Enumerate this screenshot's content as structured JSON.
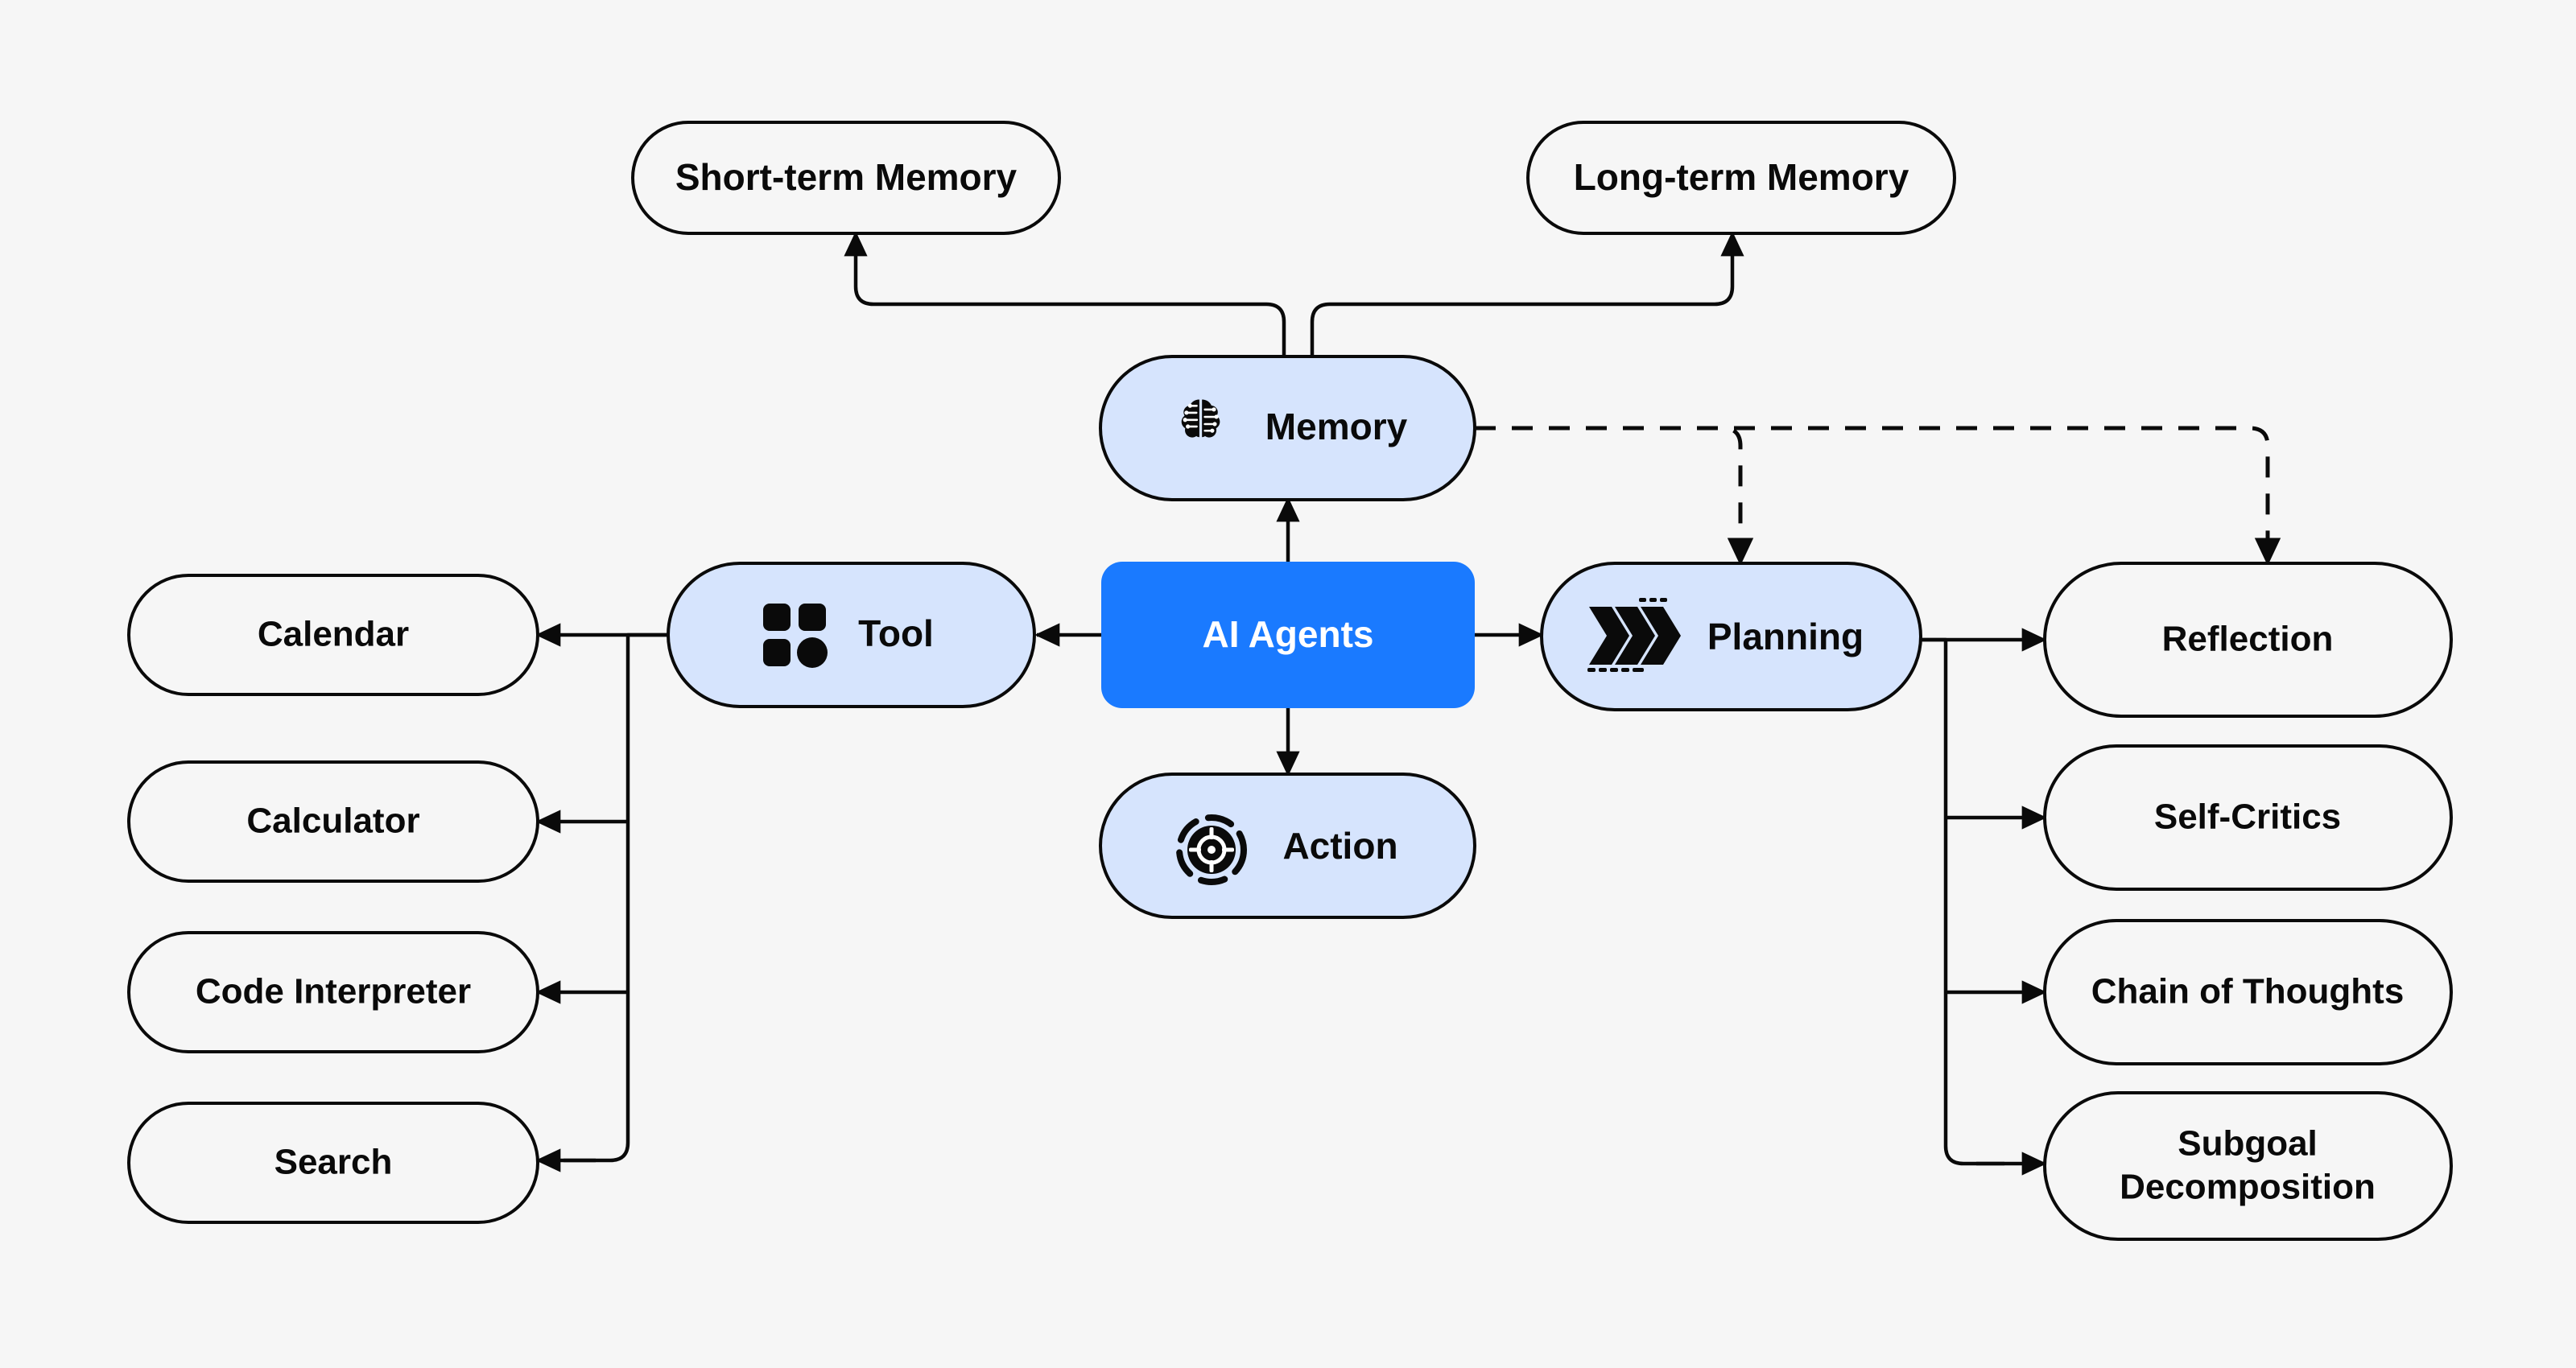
{
  "diagram": {
    "title": "AI Agents",
    "background_color": "#f6f6f6",
    "accent_color": "#1a7aff",
    "soft_color": "#d6e4fd",
    "stroke_color": "#0a0a0a",
    "center": {
      "label": "AI Agents"
    },
    "pillars": [
      {
        "id": "memory",
        "label": "Memory",
        "icon": "brain-circuit-icon"
      },
      {
        "id": "tool",
        "label": "Tool",
        "icon": "grid-apps-icon"
      },
      {
        "id": "planning",
        "label": "Planning",
        "icon": "chevrons-right-icon"
      },
      {
        "id": "action",
        "label": "Action",
        "icon": "target-crosshair-icon"
      }
    ],
    "memory_children": [
      {
        "id": "short-term-memory",
        "label": "Short-term Memory"
      },
      {
        "id": "long-term-memory",
        "label": "Long-term Memory"
      }
    ],
    "tool_children": [
      {
        "id": "calendar",
        "label": "Calendar"
      },
      {
        "id": "calculator",
        "label": "Calculator"
      },
      {
        "id": "code-interpreter",
        "label": "Code Interpreter"
      },
      {
        "id": "search",
        "label": "Search"
      }
    ],
    "planning_children": [
      {
        "id": "reflection",
        "label": "Reflection",
        "label2": ""
      },
      {
        "id": "self-critics",
        "label": "Self-Critics",
        "label2": ""
      },
      {
        "id": "chain-of-thoughts",
        "label": "Chain of Thoughts",
        "label2": ""
      },
      {
        "id": "subgoal-decomposition",
        "label": "Subgoal",
        "label2": "Decomposition"
      }
    ]
  }
}
